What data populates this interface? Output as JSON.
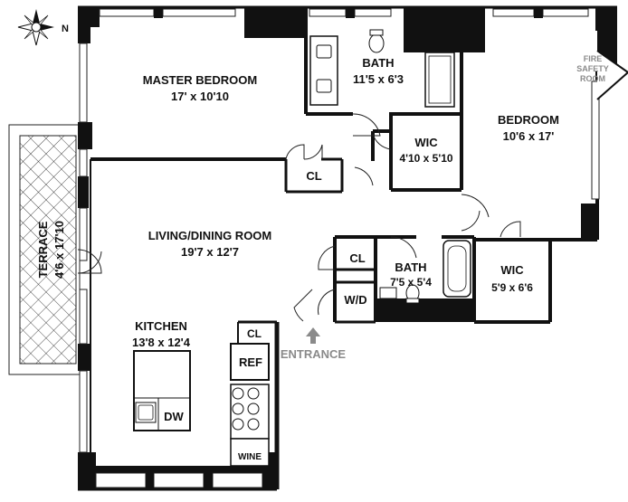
{
  "compass": {
    "north_label": "N"
  },
  "rooms": {
    "master_bedroom": {
      "name": "MASTER BEDROOM",
      "dims": "17' x 10'10"
    },
    "bath_master": {
      "name": "BATH",
      "dims": "11'5 x 6'3"
    },
    "bedroom": {
      "name": "BEDROOM",
      "dims": "10'6 x 17'"
    },
    "wic_master": {
      "name": "WIC",
      "dims": "4'10 x 5'10"
    },
    "cl_master": {
      "name": "CL"
    },
    "living_dining": {
      "name": "LIVING/DINING ROOM",
      "dims": "19'7 x 12'7"
    },
    "terrace": {
      "name": "TERRACE",
      "dims": "4'6 x 17'10"
    },
    "cl_hall": {
      "name": "CL"
    },
    "wd": {
      "name": "W/D"
    },
    "bath_hall": {
      "name": "BATH",
      "dims": "7'5 x 5'4"
    },
    "wic_bedroom": {
      "name": "WIC",
      "dims": "5'9 x 6'6"
    },
    "kitchen": {
      "name": "KITCHEN",
      "dims": "13'8 x 12'4"
    },
    "cl_kitchen": {
      "name": "CL"
    },
    "ref": {
      "name": "REF"
    },
    "dw": {
      "name": "DW"
    },
    "wine": {
      "name": "WINE"
    }
  },
  "fire_safety_room": {
    "line1": "FIRE",
    "line2": "SAFETY",
    "line3": "ROOM"
  },
  "entrance": {
    "label": "ENTRANCE"
  },
  "colors": {
    "wall": "#111111",
    "gray_text": "#8a8a8a",
    "background": "#ffffff"
  }
}
